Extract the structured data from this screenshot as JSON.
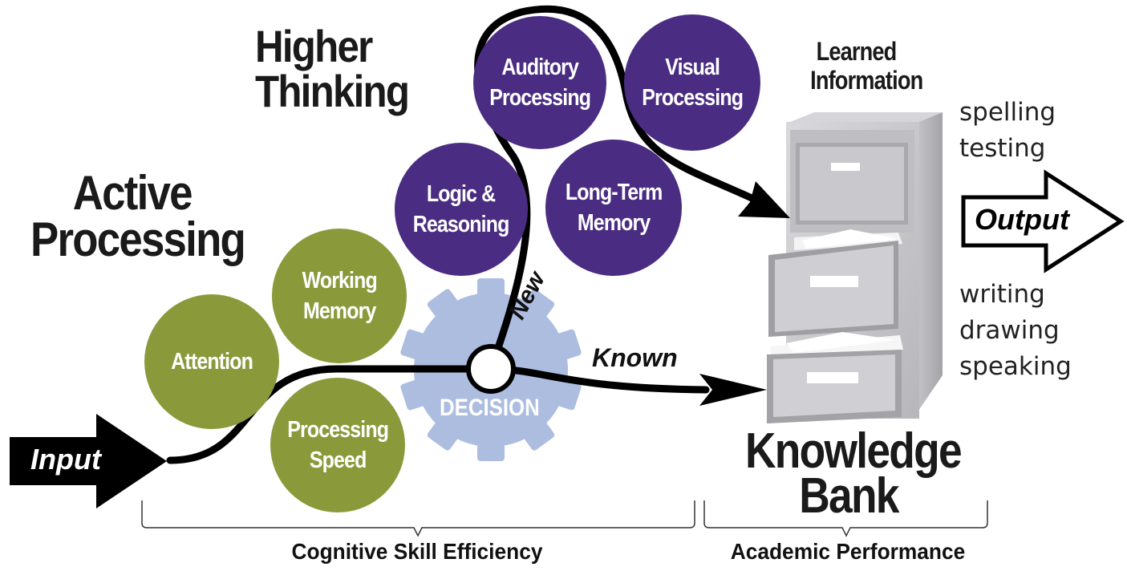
{
  "headings": {
    "higher_thinking": [
      "Higher",
      "Thinking"
    ],
    "active_processing": [
      "Active",
      "Processing"
    ],
    "knowledge_bank": [
      "Knowledge",
      "Bank"
    ],
    "learned_information": [
      "Learned",
      "Information"
    ]
  },
  "active_processing_skills": {
    "attention": [
      "Attention"
    ],
    "working_memory": [
      "Working",
      "Memory"
    ],
    "processing_speed": [
      "Processing",
      "Speed"
    ]
  },
  "higher_thinking_skills": {
    "auditory_processing": [
      "Auditory",
      "Processing"
    ],
    "visual_processing": [
      "Visual",
      "Processing"
    ],
    "logic_reasoning": [
      "Logic &",
      "Reasoning"
    ],
    "long_term_memory": [
      "Long-Term",
      "Memory"
    ]
  },
  "flow": {
    "input": "Input",
    "output": "Output",
    "decision": "DECISION",
    "new": "New",
    "known": "Known"
  },
  "output_activities": {
    "top": [
      "spelling",
      "testing"
    ],
    "bottom": [
      "writing",
      "drawing",
      "speaking"
    ]
  },
  "brackets": {
    "cognitive": "Cognitive Skill Efficiency",
    "academic": "Academic Performance"
  },
  "colors": {
    "active_skill": "#8a9a3b",
    "higher_skill": "#4a2d82",
    "decision_gear": "#adbde0",
    "path": "#000000",
    "cabinet": "#b4b4b8"
  },
  "icons": {
    "decision": "gear-icon",
    "knowledge_bank": "file-cabinet-icon"
  }
}
